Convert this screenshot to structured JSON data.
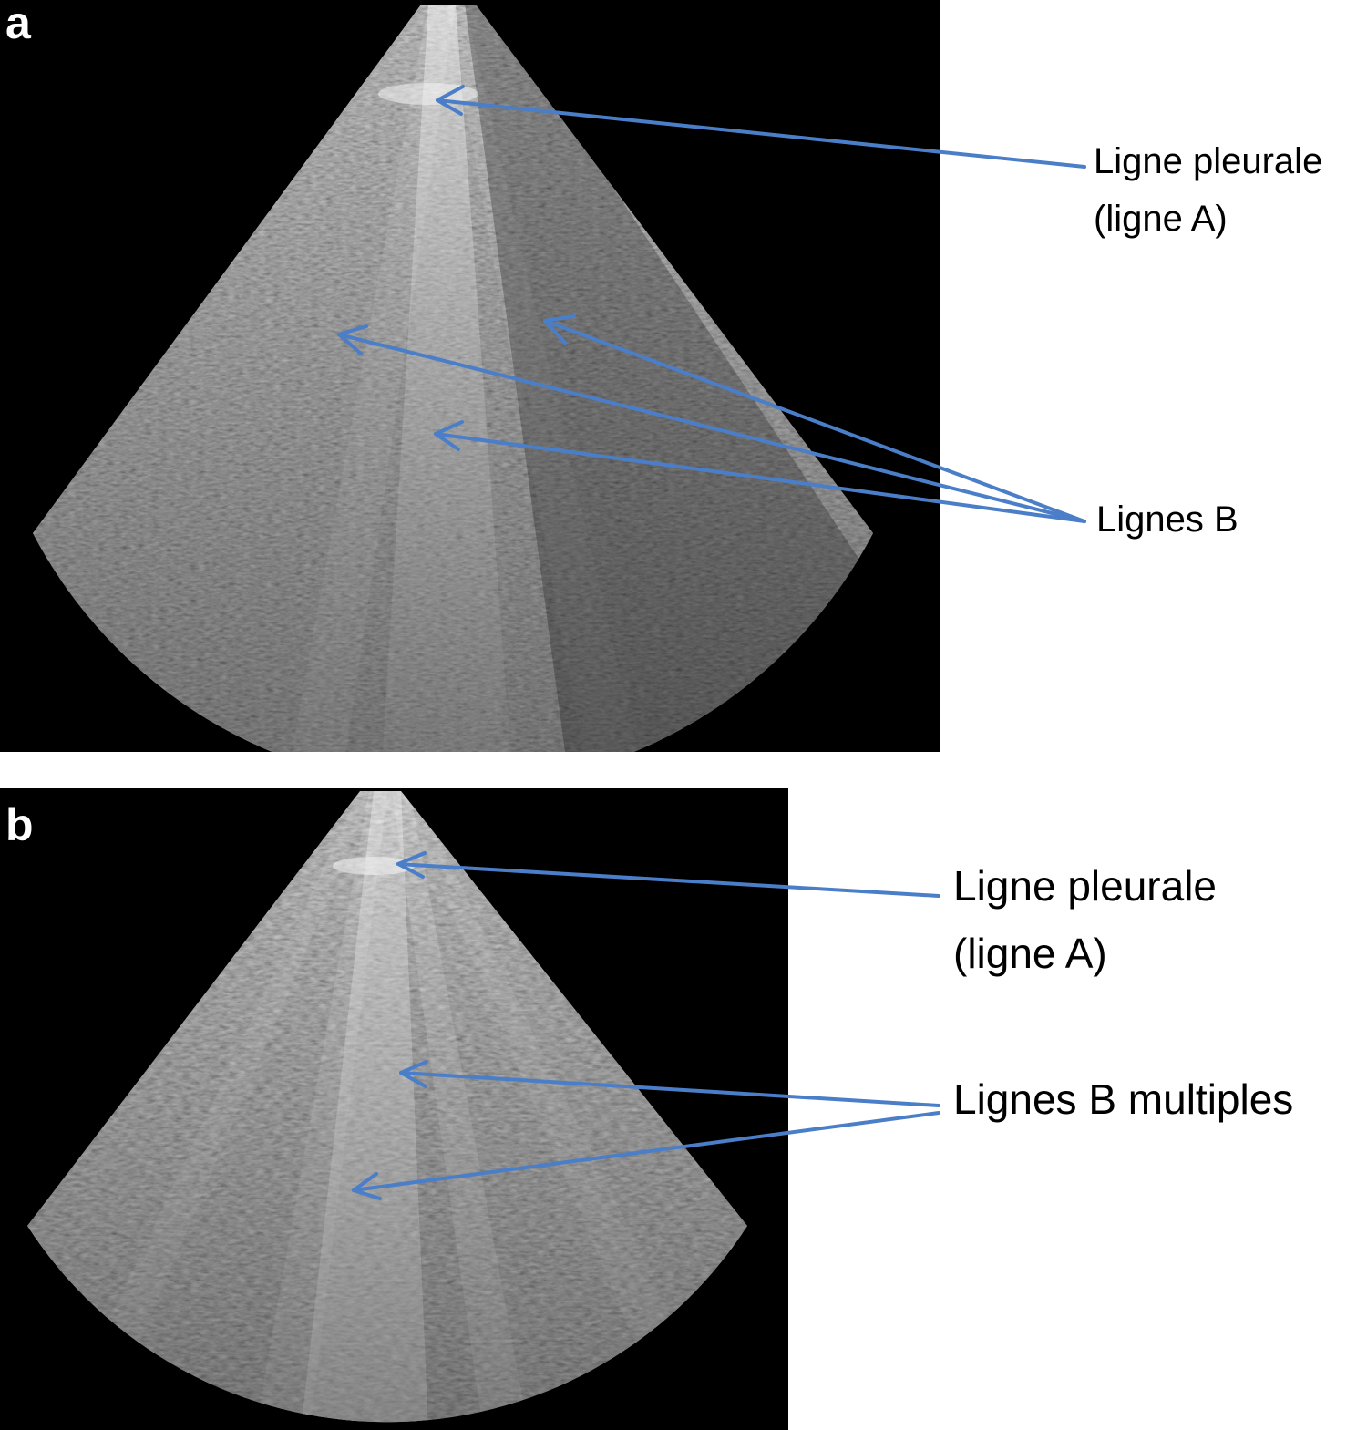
{
  "panels": [
    {
      "letter": "a",
      "labels": {
        "pleural_line_1": "Ligne pleurale",
        "pleural_line_2": "(ligne A)",
        "b_lines": "Lignes B"
      }
    },
    {
      "letter": "b",
      "labels": {
        "pleural_line_1": "Ligne pleurale",
        "pleural_line_2": "(ligne A)",
        "b_lines": "Lignes B multiples"
      }
    }
  ],
  "colors": {
    "arrow": "#4a7ec8",
    "background": "#000000",
    "page": "#ffffff"
  }
}
